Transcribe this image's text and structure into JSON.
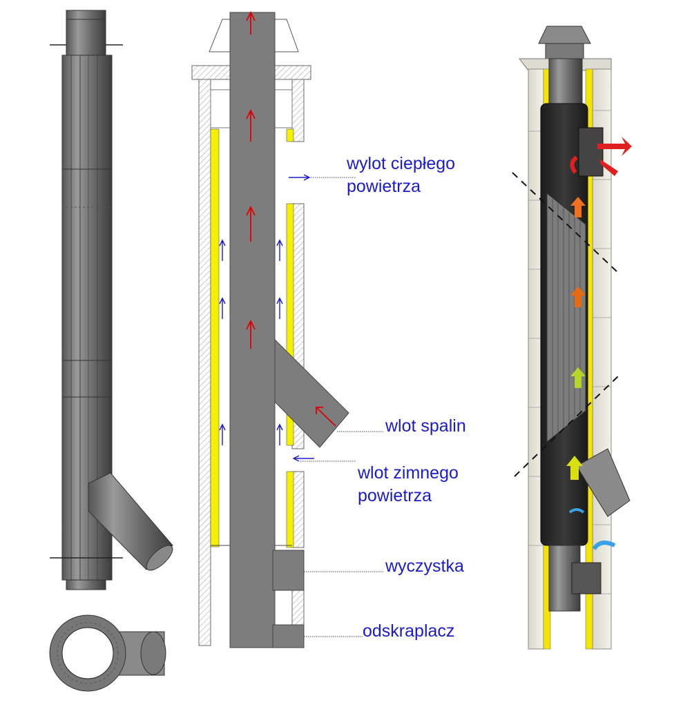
{
  "labels": {
    "warm_outlet_line1": "wylot ciepłego",
    "warm_outlet_line2": "powietrza",
    "flue_inlet": "wlot spalin",
    "cold_inlet_line1": "wlot zimnego",
    "cold_inlet_line2": "powietrza",
    "cleanout": "wyczystka",
    "condensate_trap": "odskraplacz"
  },
  "colors": {
    "pipe": "#7d7d7d",
    "pipe_dark": "#3a3a3a",
    "insulation": "#f5f000",
    "label_text": "#1a1ad0",
    "flue_arrow": "#e00000",
    "air_arrow": "#1a1ad0"
  }
}
